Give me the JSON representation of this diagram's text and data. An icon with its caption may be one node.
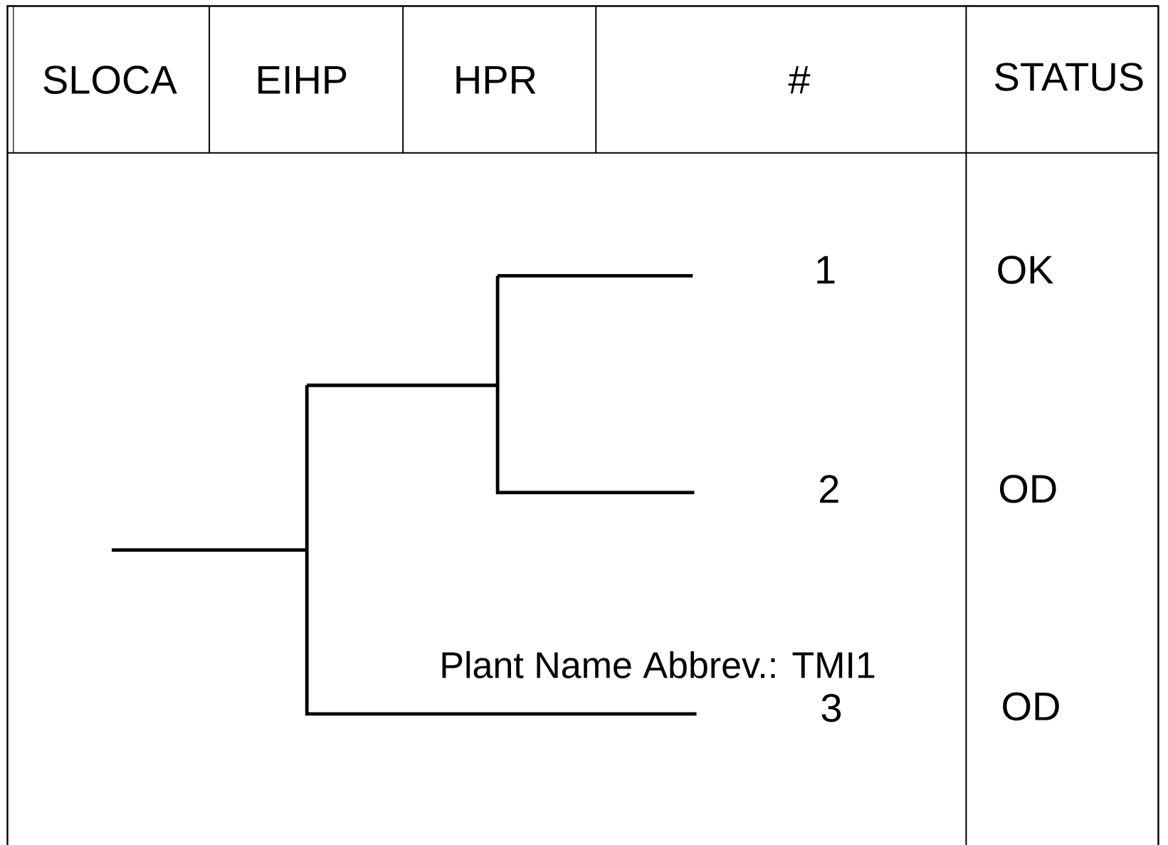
{
  "diagram": {
    "labels": [
      "SLOCA",
      "EIHP",
      "HPR",
      "#",
      "STATUS",
      "1",
      "OK",
      "2",
      "OD",
      "Plant Name Abbrev.: TMI1",
      "3",
      "OD"
    ]
  }
}
